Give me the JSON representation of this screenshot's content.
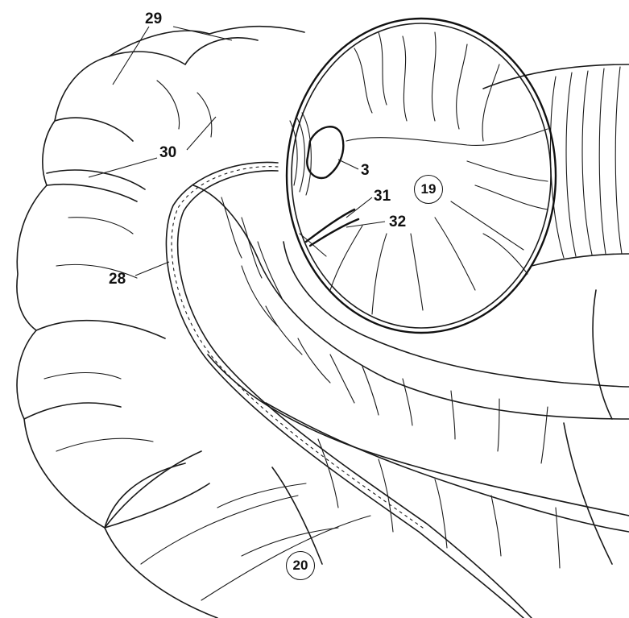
{
  "figure": {
    "labels": {
      "l29": "29",
      "l30": "30",
      "l28": "28",
      "l3": "3",
      "l31": "31",
      "l32": "32"
    },
    "circled_labels": {
      "c19": "19",
      "c20": "20"
    }
  }
}
